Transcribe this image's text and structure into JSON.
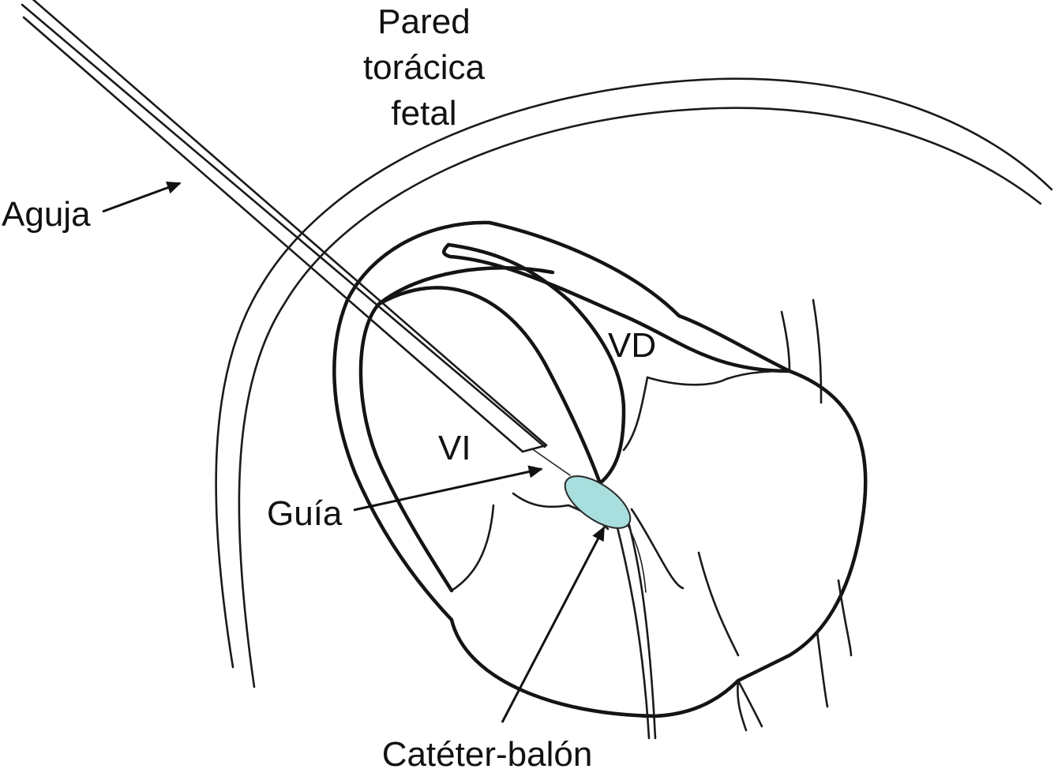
{
  "labels": {
    "wall": [
      "Pared",
      "torácica",
      "fetal"
    ],
    "needle": "Aguja",
    "rv": "VD",
    "lv": "VI",
    "guide": "Guía",
    "balloon": "Catéter-balón"
  },
  "colors": {
    "balloon_fill": "#a8dede",
    "line": "#141414",
    "background": "#ffffff"
  }
}
